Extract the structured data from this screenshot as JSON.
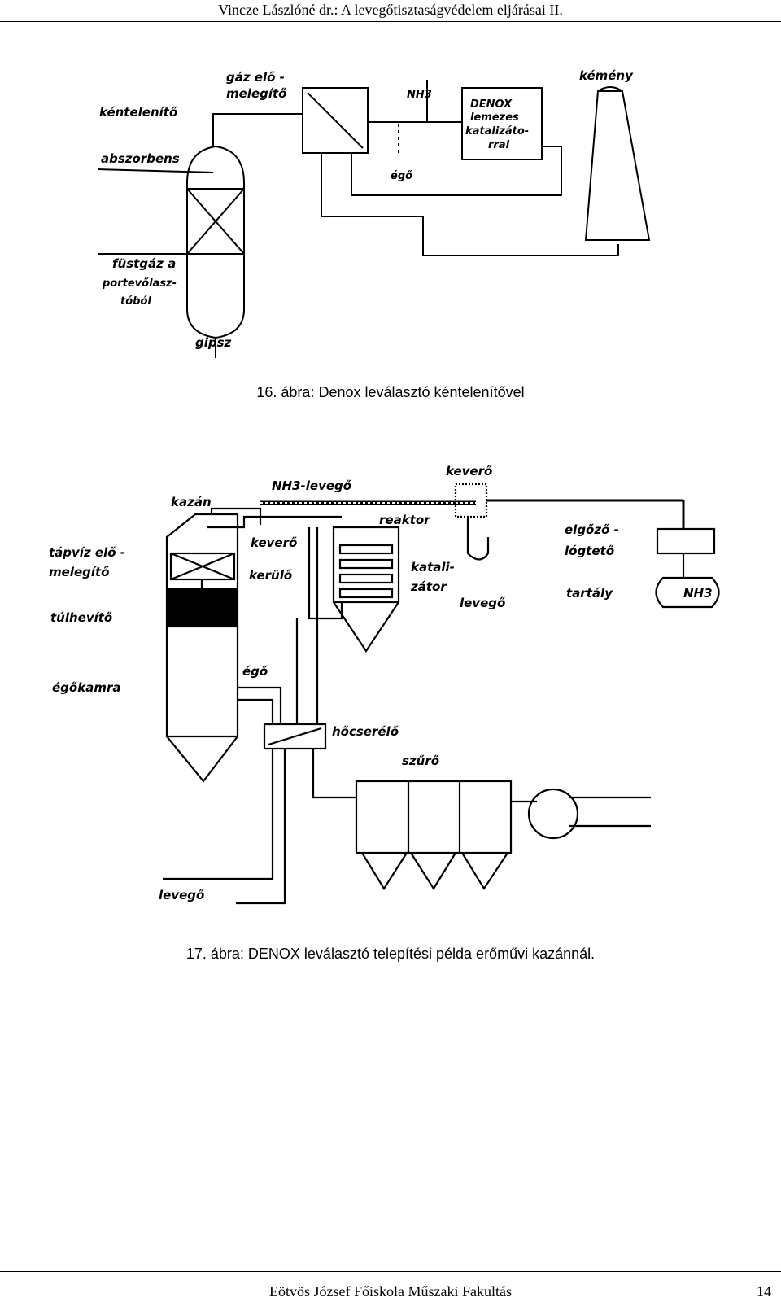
{
  "header": {
    "title": "Vincze Lászlóné dr.: A levegőtisztaságvédelem eljárásai II."
  },
  "figure16": {
    "caption": "16. ábra: Denox leválasztó kéntelenítővel",
    "labels": {
      "kentelenito": "kéntelenítő",
      "gaz_elo": "gáz elő -",
      "melegito": "melegítő",
      "nh3": "NH3",
      "denox1": "DENOX",
      "denox2": "lemezes",
      "denox3": "katalizáto-",
      "denox4": "rral",
      "kemeny": "kémény",
      "abszorbens": "abszorbens",
      "ego": "égő",
      "fustgaz1": "füstgáz a",
      "fustgaz2": "portevőlasz-",
      "fustgaz3": "tóból",
      "gipsz": "gipsz"
    }
  },
  "figure17": {
    "caption": "17. ábra: DENOX leválasztó telepítési példa erőművi kazánnál.",
    "labels": {
      "kazan": "kazán",
      "nh3_levego": "NH3-levegő",
      "kevero_top": "keverő",
      "reaktor": "reaktor",
      "tapviz1": "tápvíz elő -",
      "tapviz2": "melegítő",
      "kevero_left": "keverő",
      "kerulo": "kerülő",
      "katali": "katali-",
      "zator": "zátor",
      "levego_mid": "levegő",
      "elgozo1": "elgőző -",
      "elgozo2": "lógtető",
      "tartaly": "tartály",
      "nh3_tank": "NH3",
      "tulhevito": "túlhevítő",
      "ego": "égő",
      "egokamra": "égőkamra",
      "hocserelo": "hőcserélő",
      "szuro": "szűrő",
      "levego_bottom": "levegő"
    }
  },
  "footer": {
    "institution": "Eötvös József Főiskola Műszaki Fakultás",
    "page": "14"
  }
}
